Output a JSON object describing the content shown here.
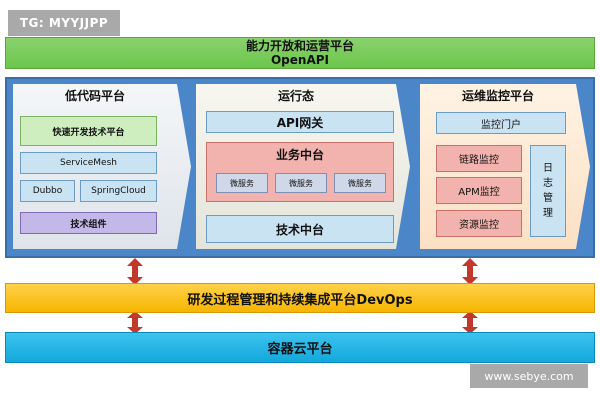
{
  "watermark_top": "TG: MYYJJPP",
  "watermark_bottom": "www.sebye.com",
  "top_band": {
    "title": "能力开放和运营平台",
    "subtitle": "OpenAPI"
  },
  "lowcode": {
    "title": "低代码平台",
    "fast_dev": "快速开发技术平台",
    "service_mesh": "ServiceMesh",
    "dubbo": "Dubbo",
    "spring_cloud": "SpringCloud",
    "tech_components": "技术组件"
  },
  "runtime": {
    "title": "运行态",
    "api_gateway": "API网关",
    "business_middle": "业务中台",
    "microservices": [
      "微服务",
      "微服务",
      "微服务"
    ],
    "tech_middle": "技术中台"
  },
  "ops": {
    "title": "运维监控平台",
    "portal": "监控门户",
    "trace": "链路监控",
    "apm": "APM监控",
    "resource": "资源监控",
    "log_chars": [
      "日",
      "志",
      "管",
      "理"
    ]
  },
  "devops_band": "研发过程管理和持续集成平台DevOps",
  "cloud_band": "容器云平台",
  "colors": {
    "green_band": "#6cc64b",
    "blue_frame": "#4a86c8",
    "yellow_band": "#f7b500",
    "cyan_band": "#13a8dc",
    "arrow_red": "#c0392b"
  }
}
